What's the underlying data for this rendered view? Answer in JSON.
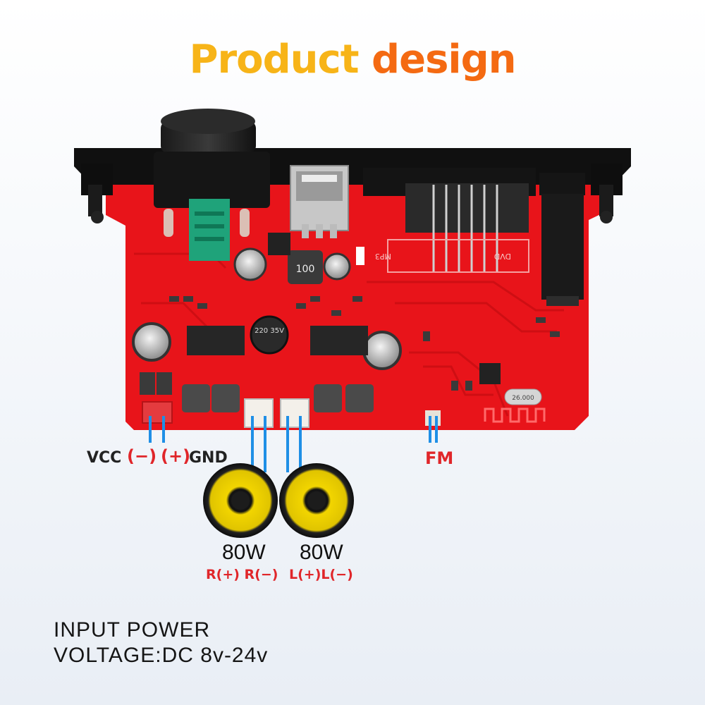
{
  "title": {
    "part1": "Product",
    "part2": "design"
  },
  "labels": {
    "vcc": "VCC",
    "minus": "(−)",
    "plus": "(+)",
    "gnd": "GND",
    "fm": "FM",
    "speaker_right_watt": "80W",
    "speaker_left_watt": "80W",
    "speaker_right_pol": "R(+) R(−)",
    "speaker_left_pol": "L(+)L(−)"
  },
  "input": {
    "line1": "INPUT POWER",
    "line2": "VOLTAGE:DC 8v-24v"
  },
  "board_text": {
    "inductor": "100",
    "cap": "220 35V",
    "crystal": "26.000",
    "lcd1": "MP3",
    "lcd2": "DVD"
  },
  "colors": {
    "title_yellow": "#f7b418",
    "title_orange": "#f46a12",
    "pcb_red": "#e8141a",
    "label_red": "#e0262a",
    "wire_blue": "#1f8fe6",
    "speaker_yellow": "#f2d500"
  }
}
